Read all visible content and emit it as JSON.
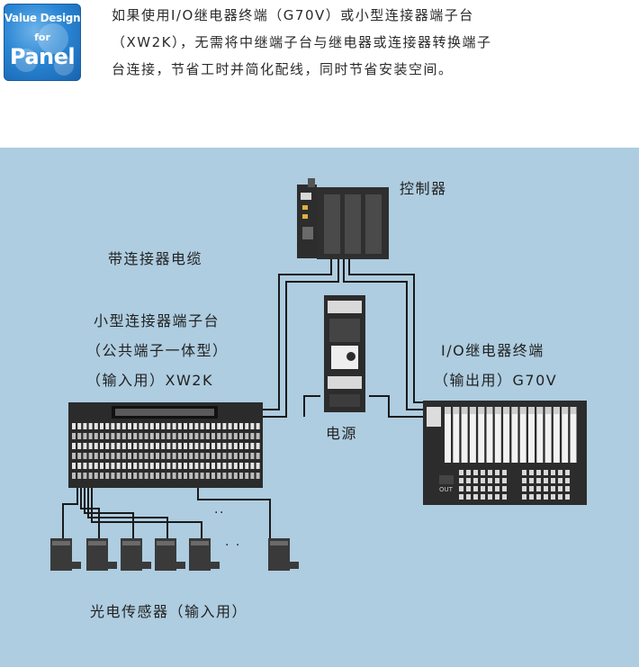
{
  "badge": {
    "line1": "Value Design",
    "line2": "for",
    "line3": "Panel"
  },
  "intro": {
    "line1": "如果使用I/O继电器终端（G70V）或小型连接器端子台",
    "line2": "（XW2K），无需将中继端子台与继电器或连接器转换端子",
    "line3": "台连接，节省工时并简化配线，同时节省安装空间。"
  },
  "diagram": {
    "controller": "控制器",
    "cable": "带连接器电缆",
    "terminal_block": {
      "line1": "小型连接器端子台",
      "line2": "（公共端子一体型）",
      "line3": "（输入用）XW2K"
    },
    "relay_terminal": {
      "line1": "I/O继电器终端",
      "line2": "（输出用）G70V"
    },
    "power_supply": "电源",
    "sensors": "光电传感器（输入用）",
    "ellipsis_a": "··",
    "ellipsis_b": "· ·",
    "out_mark": "OUT"
  },
  "colors": {
    "badge_blue": "#2a86d4",
    "panel_bg": "#aecde0",
    "device_dark": "#2c2c2c",
    "device_light": "#f2f2f2"
  }
}
